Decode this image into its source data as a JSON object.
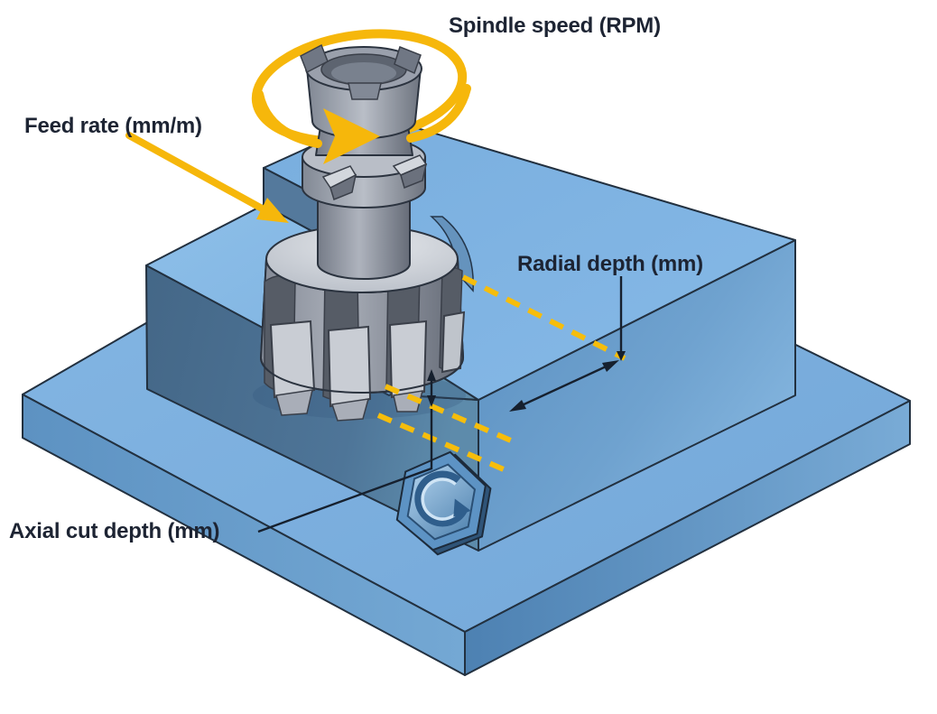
{
  "diagram": {
    "labels": {
      "spindle_speed": "Spindle speed (RPM)",
      "feed_rate": "Feed rate (mm/m)",
      "radial_depth": "Radial depth (mm)",
      "axial_cut_depth": "Axial cut depth (mm)"
    },
    "colors": {
      "annotation_yellow": "#F6B70B",
      "dashed_yellow": "#F6BD0B",
      "dimension_black": "#16202E",
      "workpiece_top_blue": "#7CB1E0",
      "workpiece_side_blue": "#5F95C7",
      "workpiece_dark_blue": "#4B7296",
      "tool_grey": "#9AA0AC",
      "tool_light_grey": "#CCD0D7",
      "background": "#FFFFFF"
    },
    "elements": [
      "workpiece-base-plate",
      "workpiece-block",
      "milled-step-floor",
      "tool-holder",
      "face-mill-cutter",
      "spindle-rotation-arrow",
      "feed-direction-arrow",
      "cut-boundary-dashed-lines",
      "radial-depth-dimension",
      "axial-depth-dimension",
      "hexagon-spiral-logo-emboss"
    ]
  }
}
